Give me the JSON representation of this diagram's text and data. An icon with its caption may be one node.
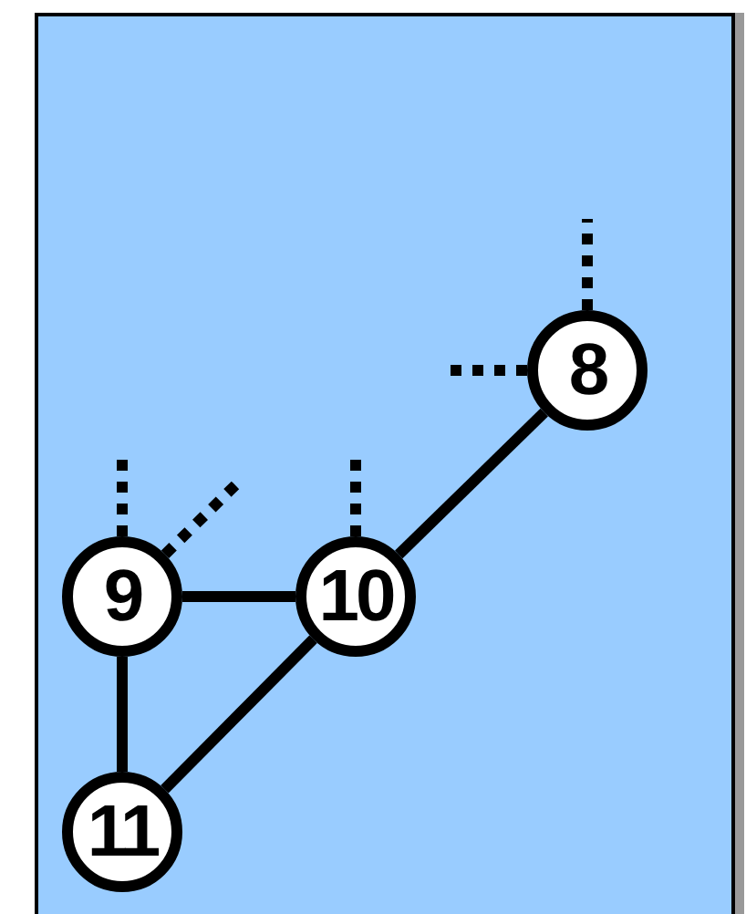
{
  "diagram": {
    "nodes": [
      {
        "text": [
          "8"
        ]
      },
      {
        "text": [
          "9"
        ]
      },
      {
        "text": [
          "10"
        ]
      },
      {
        "text": [
          "11"
        ]
      }
    ],
    "edges": [
      {
        "from": 0,
        "to": 2,
        "arrow": "none"
      },
      {
        "from": 1,
        "to": 2,
        "arrow": "none"
      },
      {
        "from": 1,
        "to": 3,
        "arrow": "none"
      },
      {
        "from": 2,
        "to": 3,
        "arrow": "none"
      },
      {
        "from": 0,
        "to": null,
        "arrow": "none",
        "style": "dashed"
      },
      {
        "from": 0,
        "to": null,
        "arrow": "none",
        "style": "dashed"
      },
      {
        "from": 1,
        "to": null,
        "arrow": "none",
        "style": "dashed"
      },
      {
        "from": 1,
        "to": null,
        "arrow": "none",
        "style": "dashed"
      },
      {
        "from": 2,
        "to": null,
        "arrow": "none",
        "style": "dashed"
      }
    ]
  }
}
